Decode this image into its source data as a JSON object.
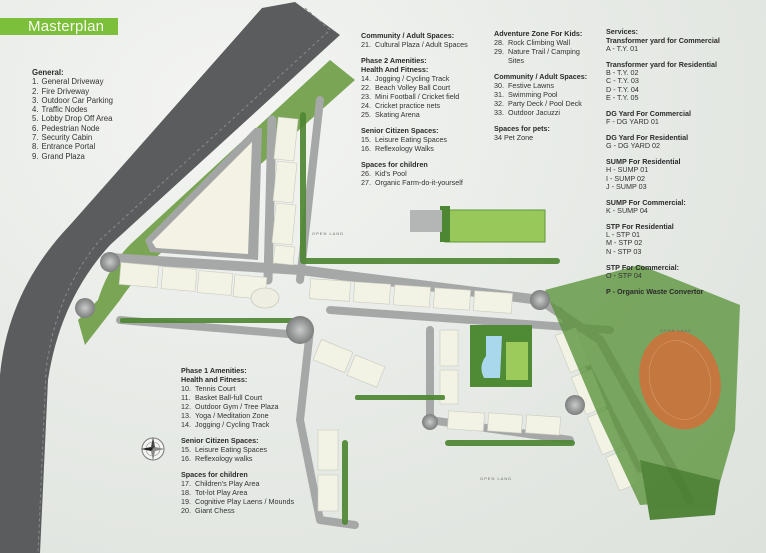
{
  "header": {
    "title": "Masterplan",
    "accent_color": "#7bbf3a"
  },
  "legend_general": {
    "heading": "General:",
    "items": [
      {
        "num": "1.",
        "label": "General Driveway"
      },
      {
        "num": "2.",
        "label": "Fire Driveway"
      },
      {
        "num": "3.",
        "label": "Outdoor Car Parking"
      },
      {
        "num": "4.",
        "label": "Traffic Nodes"
      },
      {
        "num": "5.",
        "label": "Lobby Drop Off Area"
      },
      {
        "num": "6.",
        "label": "Pedestrian Node"
      },
      {
        "num": "7.",
        "label": "Security Cabin"
      },
      {
        "num": "8.",
        "label": "Entrance Portal"
      },
      {
        "num": "9.",
        "label": "Grand Plaza"
      }
    ]
  },
  "legend_phase2": {
    "community_heading": "Community / Adult Spaces:",
    "community_items": [
      {
        "num": "21.",
        "label": "Cultural Plaza / Adult Spaces"
      }
    ],
    "phase_heading": "Phase 2 Amenities:",
    "health_heading": "Health And Fitness:",
    "health_items": [
      {
        "num": "14.",
        "label": "Jogging / Cycling Track"
      },
      {
        "num": "22.",
        "label": "Beach Volley Ball Court"
      },
      {
        "num": "23.",
        "label": "Mini Football / Cricket field"
      },
      {
        "num": "24.",
        "label": "Cricket practice nets"
      },
      {
        "num": "25.",
        "label": "Skating Arena"
      }
    ],
    "senior_heading": "Senior Citizen Spaces:",
    "senior_items": [
      {
        "num": "15.",
        "label": "Leisure Eating Spaces"
      },
      {
        "num": "16.",
        "label": "Reflexology Walks"
      }
    ],
    "children_heading": "Spaces for children",
    "children_items": [
      {
        "num": "26.",
        "label": "Kid's Pool"
      },
      {
        "num": "27.",
        "label": "Organic Farm-do-it-yourself"
      }
    ]
  },
  "legend_adventure": {
    "adventure_heading": "Adventure Zone For Kids:",
    "adventure_items": [
      {
        "num": "28.",
        "label": "Rock Climbing Wall"
      },
      {
        "num": "29.",
        "label": "Nature Trail / Camping"
      },
      {
        "num": "",
        "label": "Sites"
      }
    ],
    "community_heading": "Community / Adult Spaces:",
    "community_items": [
      {
        "num": "30.",
        "label": "Festive Lawns"
      },
      {
        "num": "31.",
        "label": "Swimming Pool"
      },
      {
        "num": "32.",
        "label": "Party Deck / Pool Deck"
      },
      {
        "num": "33.",
        "label": "Outdoor Jacuzzi"
      }
    ],
    "pets_heading": "Spaces for pets:",
    "pets_items": [
      {
        "label": "34 Pet Zone"
      }
    ]
  },
  "legend_services": {
    "heading": "Services:",
    "groups": [
      {
        "heading": "Transformer yard for Commercial",
        "items": [
          "A - T.Y. 01"
        ]
      },
      {
        "heading": "Transformer yard for Residential",
        "items": [
          "B - T.Y. 02",
          "C - T.Y. 03",
          "D - T.Y. 04",
          "E - T.Y. 05"
        ]
      },
      {
        "heading": "DG Yard For Commercial",
        "items": [
          "F - DG YARD 01"
        ]
      },
      {
        "heading": "DG Yard For Residential",
        "items": [
          "G - DG YARD 02"
        ]
      },
      {
        "heading": "SUMP For Residential",
        "items": [
          "H - SUMP 01",
          "I - SUMP 02",
          "J - SUMP 03"
        ]
      },
      {
        "heading": "SUMP For Commercial:",
        "items": [
          "K - SUMP 04"
        ]
      },
      {
        "heading": "STP For Residential",
        "items": [
          "L  - STP 01",
          "M - STP 02",
          "N  - STP 03"
        ]
      },
      {
        "heading": "STP For Commercial:",
        "items": [
          "O - STP 04"
        ]
      }
    ],
    "footer": "P - Organic Waste Convertor"
  },
  "legend_phase1": {
    "phase_heading": "Phase 1 Amenities:",
    "health_heading": "Health and Fitness:",
    "health_items": [
      {
        "num": "10.",
        "label": "Tennis Court"
      },
      {
        "num": "11.",
        "label": "Basket Ball-full Court"
      },
      {
        "num": "12.",
        "label": "Outdoor Gym / Tree Plaza"
      },
      {
        "num": "13.",
        "label": "Yoga / Meditation Zone"
      },
      {
        "num": "14.",
        "label": "Jogging / Cycling Track"
      }
    ],
    "senior_heading": "Senior Citizen Spaces:",
    "senior_items": [
      {
        "num": "15.",
        "label": "Leisure Eating Spaces"
      },
      {
        "num": "16.",
        "label": "Reflexology walks"
      }
    ],
    "children_heading": "Spaces for children",
    "children_items": [
      {
        "num": "17.",
        "label": "Children's Play Area"
      },
      {
        "num": "18.",
        "label": "Tot-lot Play Area"
      },
      {
        "num": "19.",
        "label": "Cognitive Play Laens / Mounds"
      },
      {
        "num": "20.",
        "label": "Giant Chess"
      }
    ]
  },
  "map": {
    "open_land_labels": [
      "OPEN LAND",
      "OPEN LAND",
      "OPEN LAND"
    ],
    "compass_icon": "compass-rose-icon",
    "colors": {
      "road": "#57595a",
      "internal_road": "#a9abab",
      "building": "#f1f1e4",
      "greenery": "#4f8a34",
      "lawn": "#9ccb5c",
      "pool": "#a9d7ec",
      "field": "#c4773f"
    }
  }
}
